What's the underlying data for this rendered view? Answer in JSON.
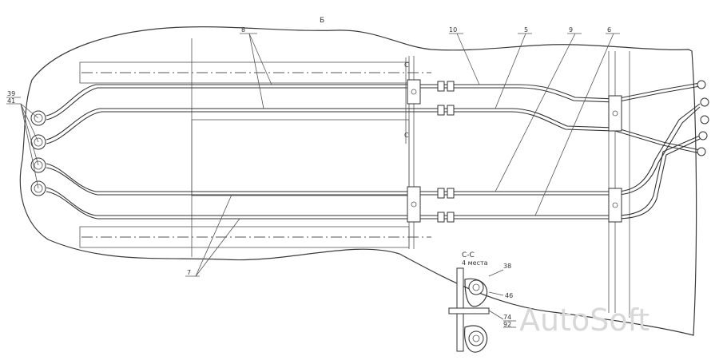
{
  "view_label": "Б",
  "callouts": {
    "c8": "8",
    "c10": "10",
    "c5": "5",
    "c9": "9",
    "c6": "6",
    "c7": "7",
    "c39": "39",
    "c41": "41",
    "sectionC_top": "С",
    "sectionC_mid": "С"
  },
  "section": {
    "title": "С-С",
    "subtitle": "4 места",
    "c38": "38",
    "c46": "46",
    "c74": "74",
    "c92": "92"
  },
  "watermark": "AutoSoft"
}
